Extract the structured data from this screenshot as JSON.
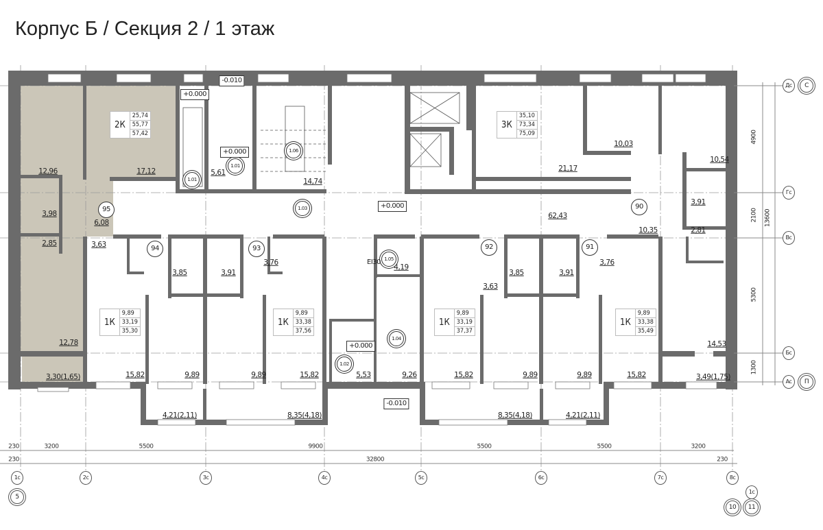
{
  "title": "Корпус Б / Секция 2 / 1 этаж",
  "colors": {
    "wall": "#6b6b6b",
    "highlight": "#cbc6b8",
    "grid": "#9a9a9a"
  },
  "apartments": [
    {
      "type": "2К",
      "values": [
        "25,74",
        "55,77",
        "57,42"
      ]
    },
    {
      "type": "3К",
      "values": [
        "35,10",
        "73,34",
        "75,09"
      ]
    },
    {
      "type": "1К",
      "values": [
        "9,89",
        "33,19",
        "35,30"
      ]
    },
    {
      "type": "1К",
      "values": [
        "9,89",
        "33,38",
        "37,56"
      ]
    },
    {
      "type": "1К",
      "values": [
        "9,89",
        "33,19",
        "37,37"
      ]
    },
    {
      "type": "1К",
      "values": [
        "9,89",
        "33,38",
        "35,49"
      ]
    }
  ],
  "room_areas": [
    "12,96",
    "17,12",
    "3,98",
    "6,08",
    "5,61",
    "14,74",
    "2,85",
    "3,63",
    "3,85",
    "3,91",
    "3,76",
    "12,78",
    "3,30(1,65)",
    "15,82",
    "9,89",
    "9,89",
    "15,82",
    "4,19",
    "5,53",
    "9,26",
    "15,82",
    "3,63",
    "3,85",
    "3,91",
    "9,89",
    "9,89",
    "15,82",
    "3,76",
    "14,53",
    "3,49(1,75)",
    "4,21(2,11)",
    "8,35(4,18)",
    "8,35(4,18)",
    "4,21(2,11)",
    "21,17",
    "10,03",
    "10,54",
    "3,91",
    "2,81",
    "10,35",
    "62,43"
  ],
  "apartment_numbers": [
    "95",
    "94",
    "93",
    "92",
    "91",
    "90"
  ],
  "room_codes": [
    "1.01",
    "1.01",
    "1.06",
    "1.03",
    "1.05",
    "1.04",
    "1.02"
  ],
  "fire_rating": "EI30",
  "elevations": [
    "+0.000",
    "-0.010",
    "+0.000",
    "+0.000",
    "+0.000",
    "-0.010"
  ],
  "dimensions_bottom_row1": [
    "230",
    "3200",
    "5500",
    "9900",
    "5500",
    "5500",
    "3200"
  ],
  "dimensions_bottom_row2": [
    "230",
    "32800",
    "230"
  ],
  "dimensions_right": [
    "4900",
    "2100",
    "5300",
    "1300",
    "13600"
  ],
  "axes_vertical": [
    "1с",
    "2с",
    "3с",
    "4с",
    "5с",
    "6с",
    "7с",
    "8с",
    "1с"
  ],
  "axes_vertical_global": [
    "5",
    "10",
    "11"
  ],
  "axes_horizontal": [
    "Дс",
    "Гс",
    "Вс",
    "Бс",
    "Ас"
  ],
  "axes_horizontal_global": [
    "С",
    "П"
  ]
}
